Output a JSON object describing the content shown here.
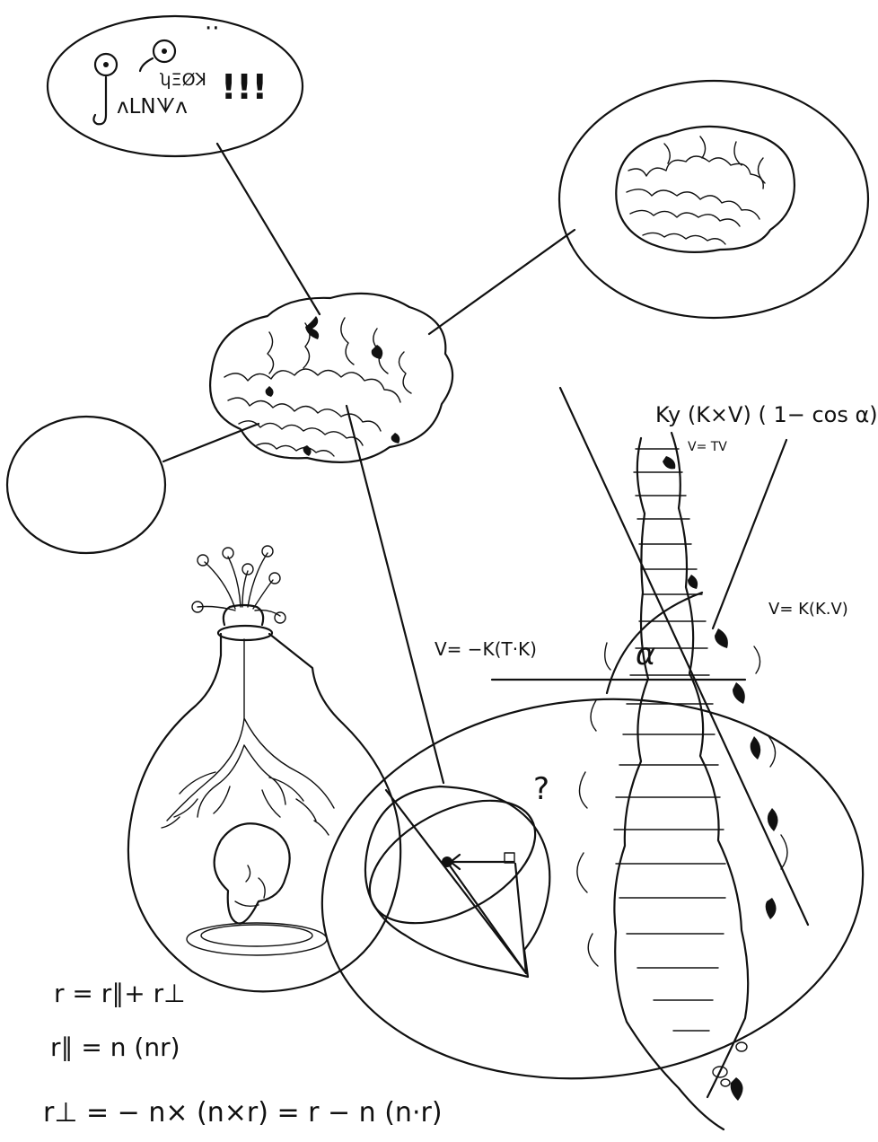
{
  "speech": {
    "glyph_line_1": "ʮΞØꓘ",
    "glyph_line_2": "ᴧꓡꓠᗐᴧ",
    "exclaim": "!!!",
    "umlaut": "··"
  },
  "formulas": {
    "rotation": "Ky (K×V) ( 1− cos α)",
    "v_tv": "V= TV",
    "v_parallel": "V= K(K.V)",
    "v_neg": "V= −K(T·K)",
    "alpha": "α",
    "question": "?",
    "r_sum": "r = r∥+ r⊥",
    "r_par": "r∥ = n (nr)",
    "r_perp": "r⊥ = − n× (n×r) = r − n (n·r)"
  }
}
